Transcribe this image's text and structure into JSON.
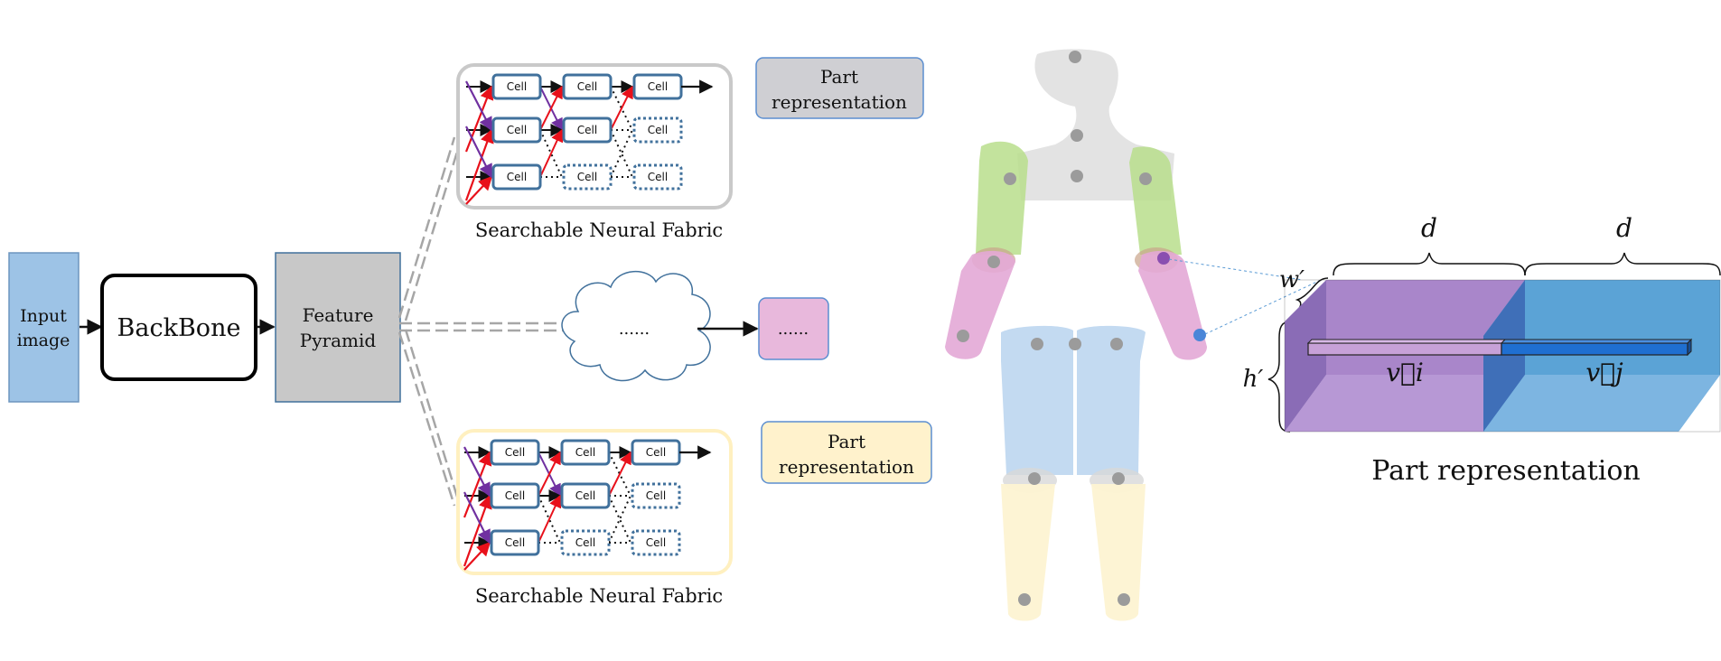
{
  "pipeline": {
    "input_image": [
      "Input",
      "image"
    ],
    "backbone": "BackBone",
    "feature_pyramid": [
      "Feature",
      "Pyramid"
    ]
  },
  "fabric": {
    "cell_label": "Cell",
    "caption": "Searchable Neural Fabric",
    "top_caption": "Searchable Neural Fabric",
    "bottom_caption": "Searchable Neural Fabric"
  },
  "outputs": {
    "top_part": [
      "Part",
      "representation"
    ],
    "middle_cloud": "......",
    "middle_box": "......",
    "bottom_part": [
      "Part",
      "representation"
    ]
  },
  "part_representation": {
    "d_left": "d",
    "d_right": "d",
    "w_prime": "w′",
    "h_prime": "h′",
    "v_i": "v⃗i",
    "v_j": "v⃗j",
    "caption": "Part representation"
  },
  "colors": {
    "input_fill": "#9dc3e6",
    "pyramid_fill": "#c8c8c8",
    "top_part_fill": "#cfcfd3",
    "middle_box_fill": "#e8b8dc",
    "bottom_part_fill": "#fff2cc",
    "cell_border": "#41719c",
    "arrow_red": "#e8101a",
    "arrow_purple": "#7030a0",
    "body_gray": "#d9d9d9",
    "body_green": "#b9de8c",
    "body_pink": "#e3a8d6",
    "body_blue": "#b8d4ee",
    "body_yellow": "#fdf3d2",
    "block_purple": "#a47fc7",
    "block_blue": "#5ba3d6"
  }
}
